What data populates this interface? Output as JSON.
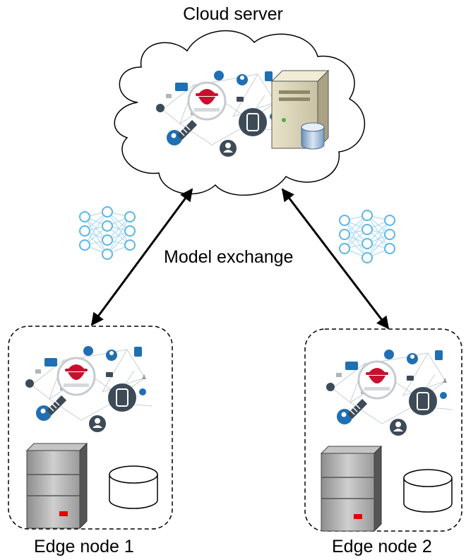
{
  "cloud": {
    "title": "Cloud server",
    "detector_caption": "INSIDER DETECTOR"
  },
  "exchange": {
    "label": "Model exchange"
  },
  "edge_nodes": [
    {
      "label": "Edge node 1",
      "detector_caption": "INSIDER DETECTOR"
    },
    {
      "label": "Edge node 2",
      "detector_caption": "INSIDER DETECTOR"
    }
  ],
  "colors": {
    "arrow": "#000000",
    "network_icon": "#1f6fb2",
    "dark_node": "#3d4a57",
    "spy_red": "#c8102e",
    "nn_node": "#5bb6e8",
    "server_gray": "#a9a9a9",
    "led_red": "#e00000"
  },
  "icons": [
    "cloud-shape",
    "tower-server-icon",
    "database-icon",
    "neural-network-icon",
    "insider-detector-network-icon",
    "rack-server-icon"
  ]
}
